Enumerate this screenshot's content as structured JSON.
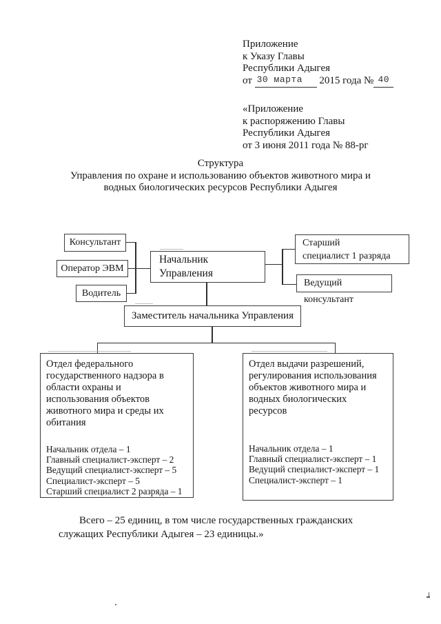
{
  "document": {
    "appendix_ukaz": {
      "lines": [
        "Приложение",
        "к Указу Главы",
        "Республики Адыгея"
      ],
      "date_prefix": "от",
      "date_handwritten": "30 марта",
      "date_rest": "2015 года №",
      "number_handwritten": "40"
    },
    "appendix_rasp": {
      "lines": [
        "«Приложение",
        "к распоряжению Главы",
        "Республики Адыгея",
        "от 3 июня 2011 года № 88-рг"
      ]
    },
    "title": {
      "lines": [
        "Структура",
        "Управления по охране и использованию объектов животного мира и",
        "водных биологических ресурсов Республики Адыгея"
      ]
    },
    "org_chart": {
      "consultant": "Консультант",
      "operator": "Оператор ЭВМ",
      "driver": "Водитель",
      "head": {
        "lines": [
          "Начальник",
          "Управления"
        ]
      },
      "senior_specialist": {
        "lines": [
          "Старший",
          "специалист 1 разряда"
        ]
      },
      "leading_consultant": "Ведущий консультант",
      "deputy": "Заместитель начальника Управления",
      "dept_federal": {
        "title_lines": [
          "Отдел федерального",
          "государственного надзора в",
          "области охраны и",
          "использования объектов",
          "животного мира и среды их",
          "обитания"
        ],
        "staff_lines": [
          "Начальник отдела – 1",
          "Главный специалист-эксперт – 2",
          "Ведущий специалист-эксперт – 5",
          "Специалист-эксперт – 5",
          "Старший специалист 2 разряда – 1"
        ]
      },
      "dept_permits": {
        "title_lines": [
          "Отдел выдачи разрешений,",
          "регулирования использования",
          "объектов животного мира и",
          "водных биологических",
          "ресурсов"
        ],
        "staff_lines": [
          "Начальник отдела – 1",
          "Главный специалист-эксперт – 1",
          "Ведущий специалист-эксперт – 1",
          "Специалист-эксперт – 1"
        ]
      }
    },
    "footer": {
      "lines": [
        "Всего – 25 единиц, в том числе государственных гражданских",
        "служащих Республики Адыгея – 23 единицы.»"
      ]
    }
  }
}
